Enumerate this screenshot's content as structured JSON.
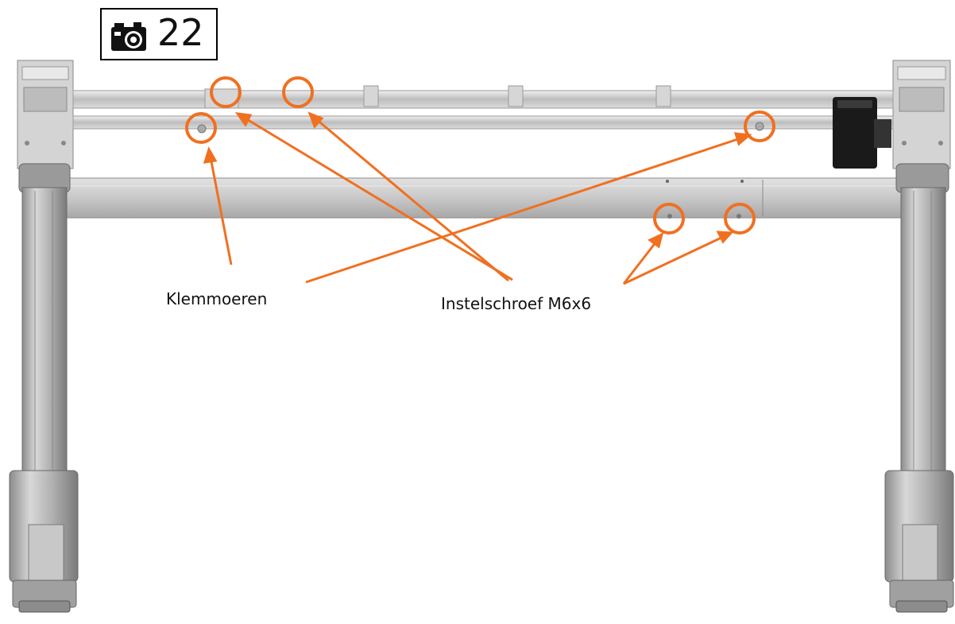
{
  "step": {
    "number": "22",
    "icon": "camera-icon"
  },
  "labels": {
    "clamp_nuts": "Klemmoeren",
    "set_screw": "Instelschroef M6x6"
  },
  "colors": {
    "callout": "#f07020"
  }
}
